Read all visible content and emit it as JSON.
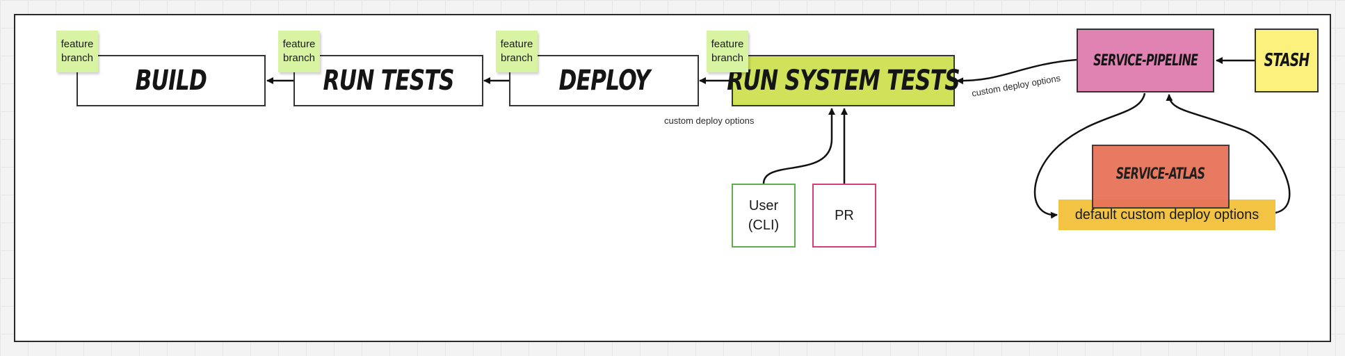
{
  "stages": {
    "build": "BUILD",
    "run_tests": "RUN TESTS",
    "deploy": "DEPLOY",
    "run_system_tests": "RUN SYSTEM TESTS"
  },
  "notes": {
    "feature_branch": "feature\nbranch"
  },
  "services": {
    "pipeline": "SERVICE-PIPELINE",
    "stash": "STASH",
    "atlas": "SERVICE-ATLAS"
  },
  "banner": {
    "default_options": "default custom deploy options"
  },
  "triggers": {
    "user": "User\n(CLI)",
    "pr": "PR"
  },
  "captions": {
    "deploy_options": "custom deploy options",
    "pipeline_options": "custom deploy options"
  },
  "colors": {
    "system_tests_fill": "#cfe25a",
    "pipeline_fill": "#e083b2",
    "stash_fill": "#fbf17c",
    "atlas_fill": "#e8735a",
    "banner_fill": "#f3c443",
    "note_fill": "#d8f3a2",
    "user_border": "#5fae4c",
    "pr_border": "#d63e7a"
  }
}
